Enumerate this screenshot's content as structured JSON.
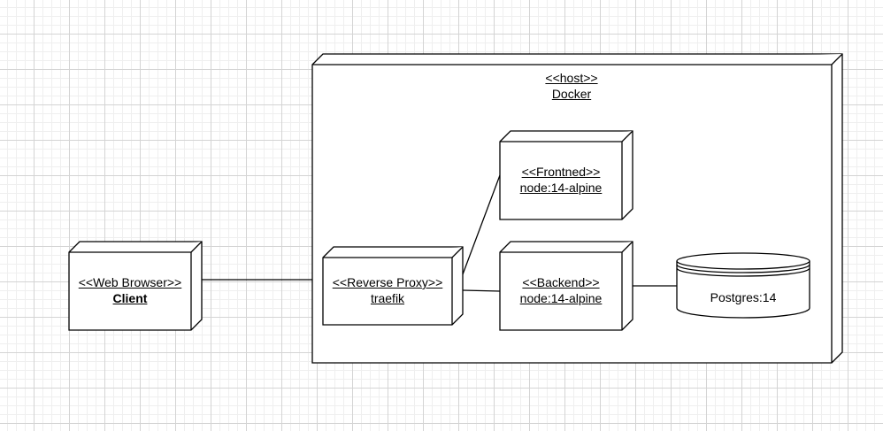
{
  "colors": {
    "stroke": "#000000",
    "fill": "#ffffff",
    "grid": "#d4d4d4"
  },
  "nodes": {
    "client": {
      "stereotype": "<<Web Browser>>",
      "name": "Client"
    },
    "host": {
      "stereotype": "<<host>>",
      "name": "Docker"
    },
    "proxy": {
      "stereotype": "<<Reverse Proxy>>",
      "name": "traefik"
    },
    "frontend": {
      "stereotype": "<<Frontned>>",
      "name": "node:14-alpine"
    },
    "backend": {
      "stereotype": "<<Backend>>",
      "name": "node:14-alpine"
    },
    "database": {
      "name": "Postgres:14"
    }
  }
}
